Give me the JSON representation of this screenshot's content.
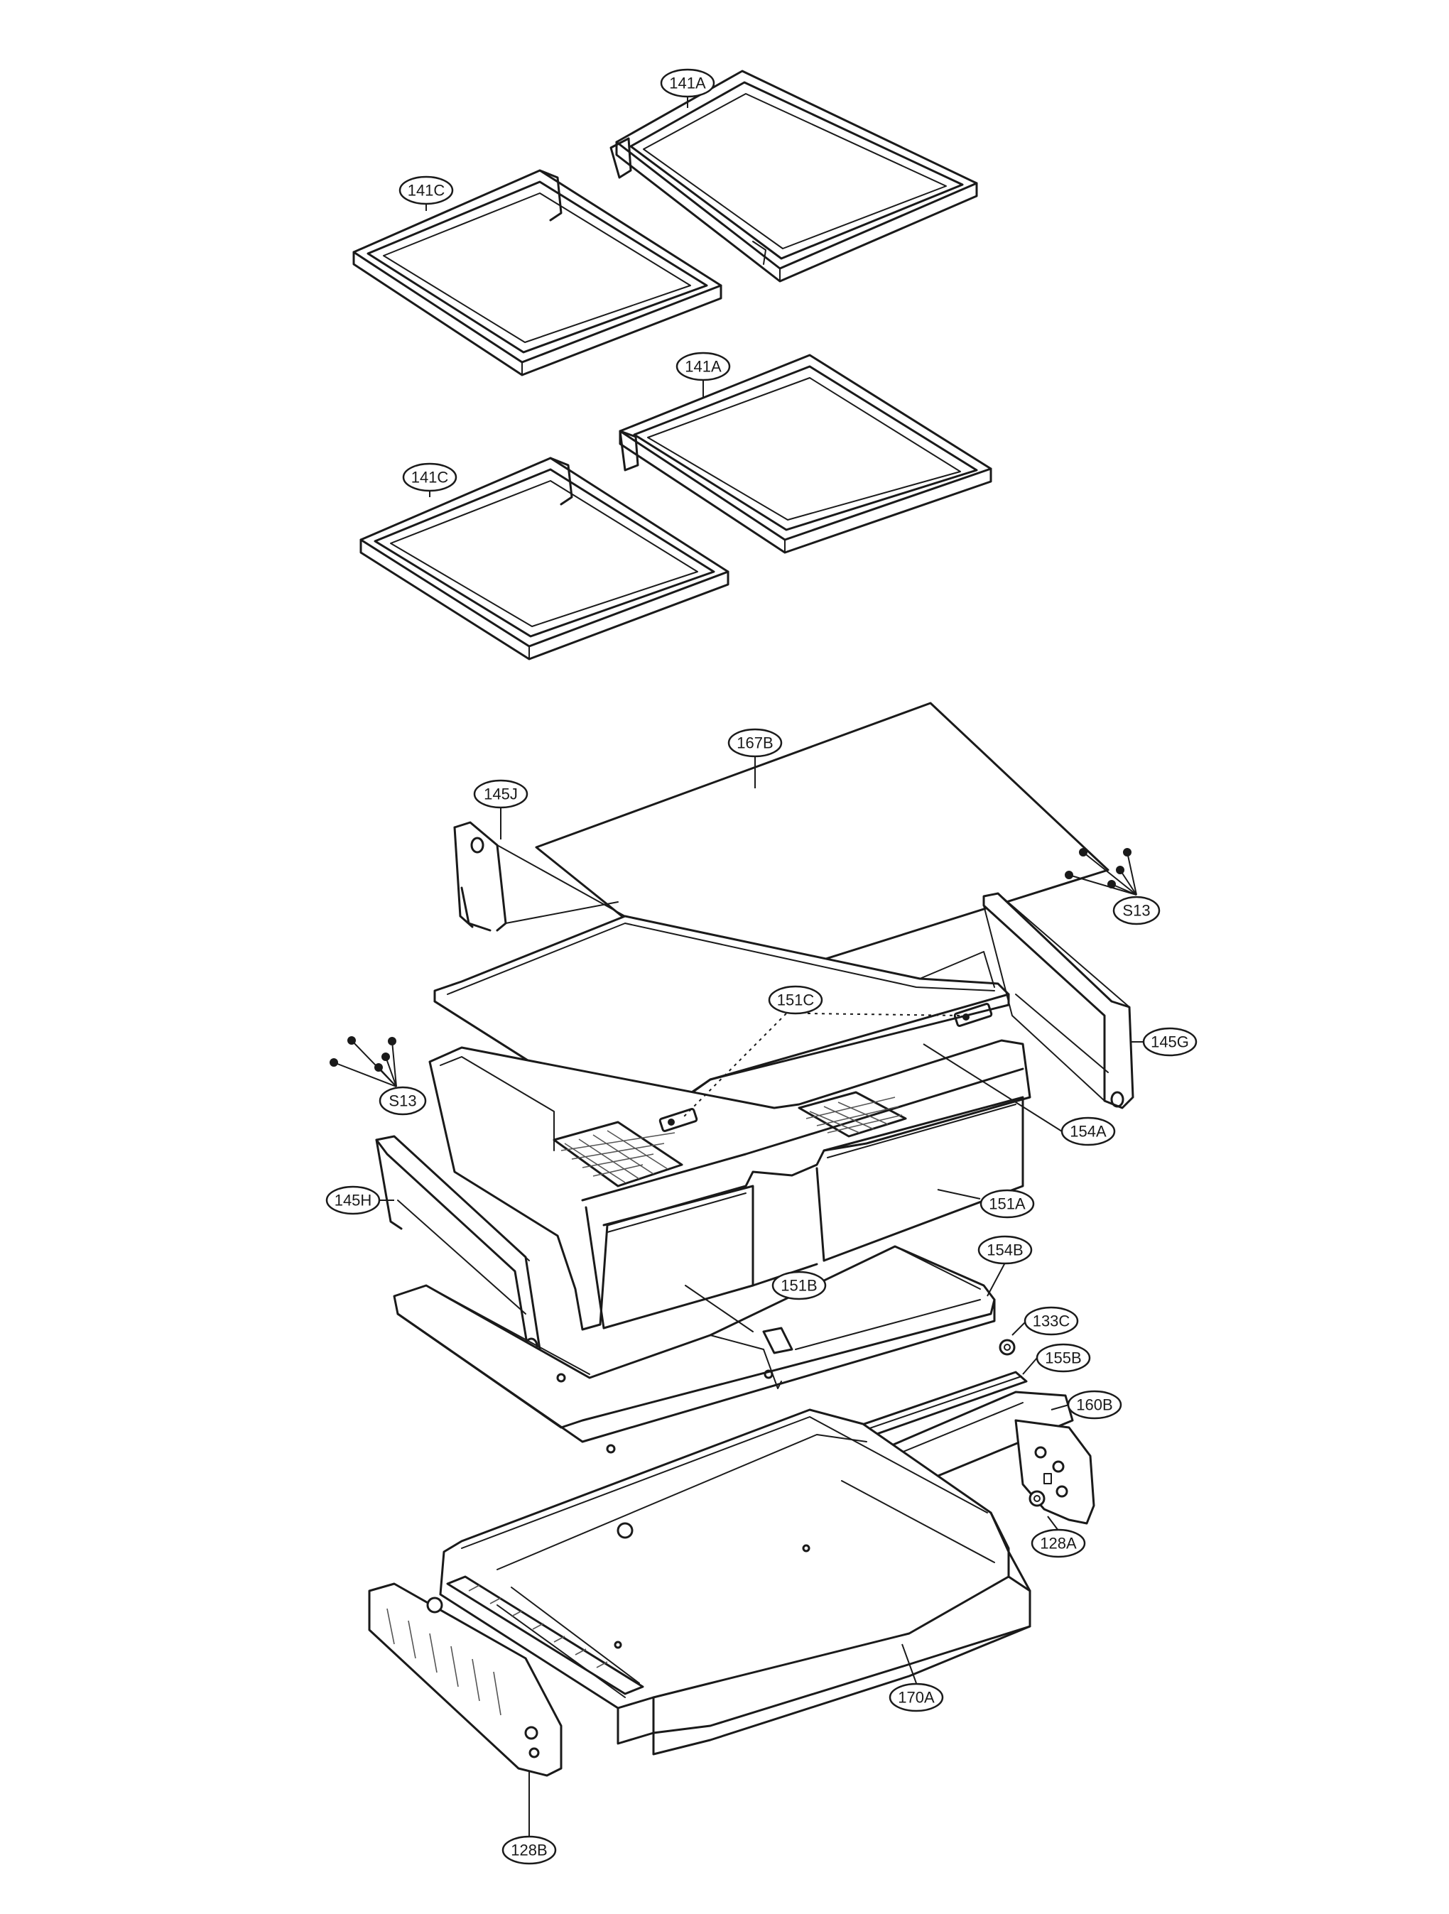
{
  "diagram": {
    "callouts": [
      {
        "id": "c-141a-top",
        "label": "141A"
      },
      {
        "id": "c-141c-top",
        "label": "141C"
      },
      {
        "id": "c-141a-mid",
        "label": "141A"
      },
      {
        "id": "c-141c-mid",
        "label": "141C"
      },
      {
        "id": "c-167b",
        "label": "167B"
      },
      {
        "id": "c-145j",
        "label": "145J"
      },
      {
        "id": "c-s13-right",
        "label": "S13"
      },
      {
        "id": "c-151c",
        "label": "151C"
      },
      {
        "id": "c-145g",
        "label": "145G"
      },
      {
        "id": "c-s13-left",
        "label": "S13"
      },
      {
        "id": "c-154a",
        "label": "154A"
      },
      {
        "id": "c-145h",
        "label": "145H"
      },
      {
        "id": "c-151a",
        "label": "151A"
      },
      {
        "id": "c-154b",
        "label": "154B"
      },
      {
        "id": "c-151b",
        "label": "151B"
      },
      {
        "id": "c-133c",
        "label": "133C"
      },
      {
        "id": "c-155b",
        "label": "155B"
      },
      {
        "id": "c-160b",
        "label": "160B"
      },
      {
        "id": "c-128a",
        "label": "128A"
      },
      {
        "id": "c-170a",
        "label": "170A"
      },
      {
        "id": "c-128b",
        "label": "128B"
      }
    ]
  }
}
